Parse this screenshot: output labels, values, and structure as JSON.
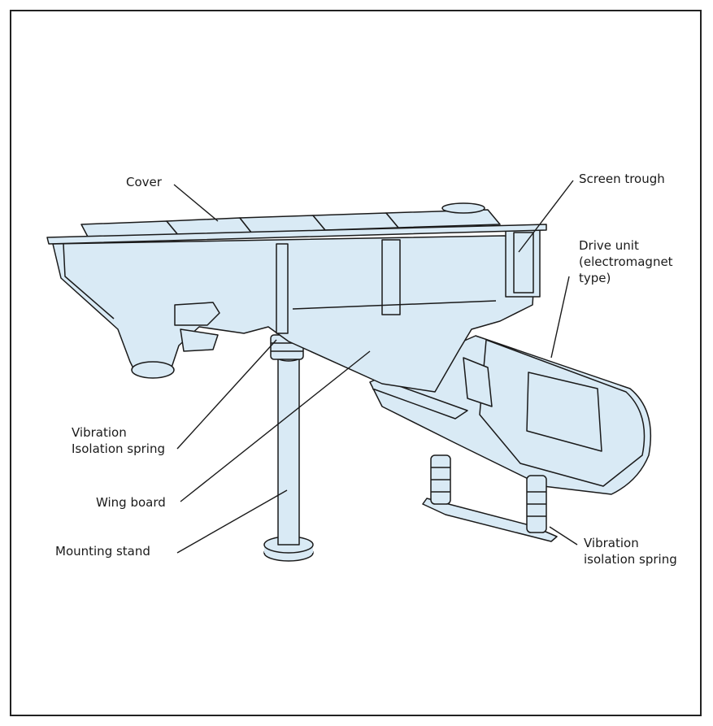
{
  "diagram": {
    "colors": {
      "fill": "#d9eaf5",
      "stroke": "#1a1a1a",
      "background": "#ffffff"
    },
    "labels": {
      "cover": "Cover",
      "screen_trough": "Screen trough",
      "drive_unit_1": "Drive unit",
      "drive_unit_2": "(electromagnet",
      "drive_unit_3": "type)",
      "vib_spring_left_1": "Vibration",
      "vib_spring_left_2": "Isolation spring",
      "wing_board": "Wing board",
      "mounting_stand": "Mounting stand",
      "vib_spring_right_1": "Vibration",
      "vib_spring_right_2": "isolation spring"
    }
  }
}
